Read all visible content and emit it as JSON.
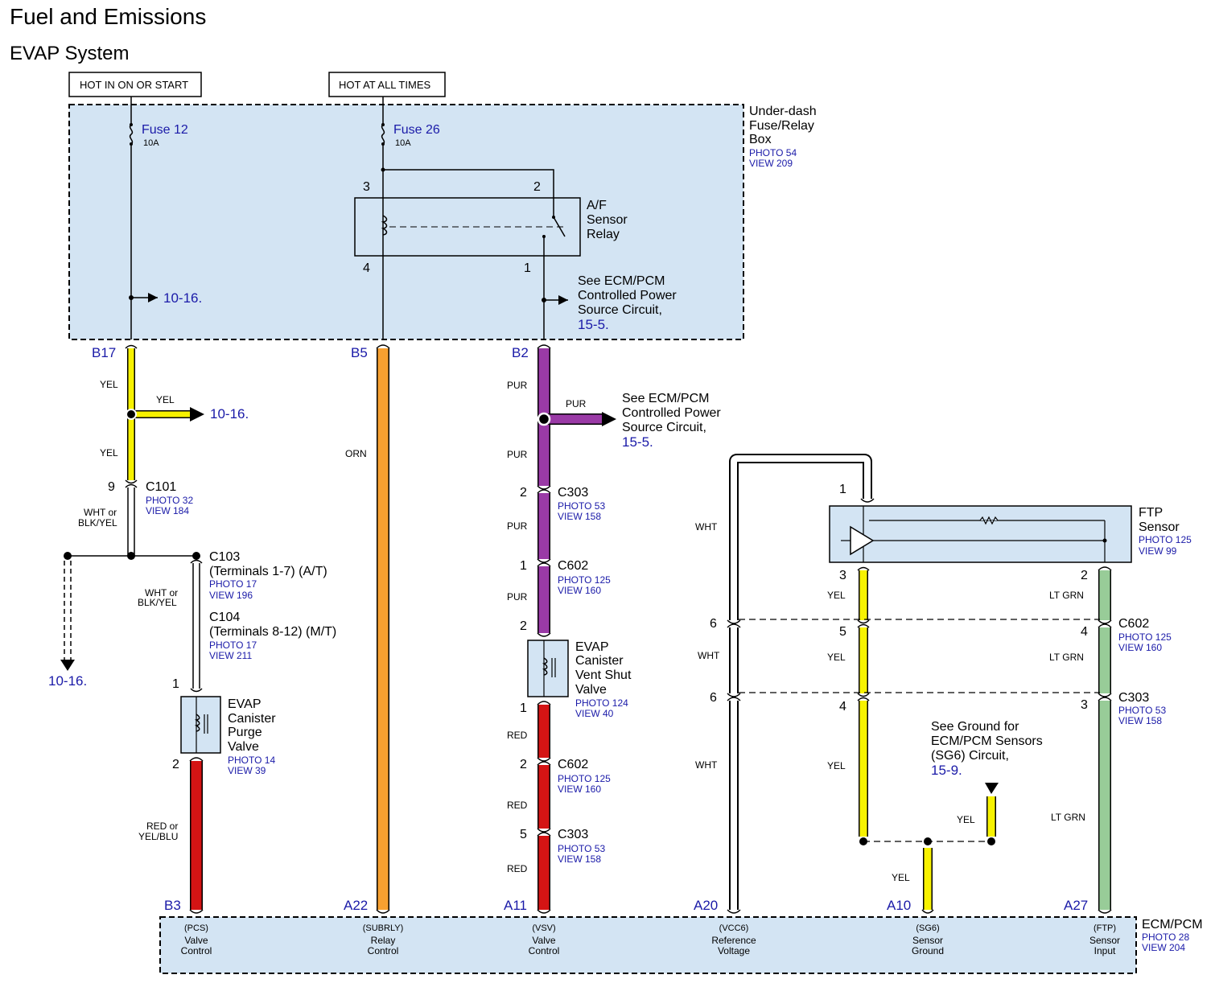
{
  "title": "Fuel and Emissions",
  "subtitle": "EVAP System",
  "power_boxes": {
    "left": "HOT IN ON OR START",
    "right": "HOT AT ALL TIMES"
  },
  "fuse_box": {
    "name_l1": "Under-dash",
    "name_l2": "Fuse/Relay",
    "name_l3": "Box",
    "photo": "PHOTO 54",
    "view": "VIEW 209",
    "fuse12": {
      "name": "Fuse 12",
      "rating": "10A"
    },
    "fuse26": {
      "name": "Fuse 26",
      "rating": "10A"
    },
    "ref_1016": "10-16."
  },
  "relay": {
    "name_l1": "A/F",
    "name_l2": "Sensor",
    "name_l3": "Relay",
    "pin3": "3",
    "pin2": "2",
    "pin4": "4",
    "pin1": "1"
  },
  "see_ecm_1": {
    "l1": "See ECM/PCM",
    "l2": "Controlled Power",
    "l3": "Source Circuit,",
    "ref": "15-5."
  },
  "see_ecm_2": {
    "l1": "See ECM/PCM",
    "l2": "Controlled Power",
    "l3": "Source Circuit,",
    "ref": "15-5."
  },
  "terminals_top": {
    "b17": "B17",
    "b5": "B5",
    "b2": "B2"
  },
  "wire_labels": {
    "yel": "YEL",
    "orn": "ORN",
    "pur": "PUR",
    "red": "RED",
    "wht": "WHT",
    "lt_grn": "LT GRN",
    "wht_or_l1": "WHT or",
    "wht_or_l2": "BLK/YEL",
    "red_or_l1": "RED or",
    "red_or_l2": "YEL/BLU"
  },
  "refs": {
    "r1016a": "10-16.",
    "r1016b": "10-16."
  },
  "c101": {
    "pin": "9",
    "name": "C101",
    "photo": "PHOTO 32",
    "view": "VIEW 184"
  },
  "c103": {
    "name": "C103",
    "desc": "(Terminals 1-7) (A/T)",
    "photo": "PHOTO 17",
    "view": "VIEW 196"
  },
  "c104": {
    "name": "C104",
    "desc": "(Terminals 8-12) (M/T)",
    "photo": "PHOTO 17",
    "view": "VIEW 211"
  },
  "purge_valve": {
    "l1": "EVAP",
    "l2": "Canister",
    "l3": "Purge",
    "l4": "Valve",
    "photo": "PHOTO 14",
    "view": "VIEW 39",
    "pin_top": "1",
    "pin_bot": "2"
  },
  "vent_valve": {
    "l1": "EVAP",
    "l2": "Canister",
    "l3": "Vent Shut",
    "l4": "Valve",
    "photo": "PHOTO 124",
    "view": "VIEW 40",
    "pin_top": "2",
    "pin_bot": "1"
  },
  "pur_connectors": {
    "c303a": {
      "pin": "2",
      "name": "C303",
      "photo": "PHOTO 53",
      "view": "VIEW 158"
    },
    "c602a": {
      "pin": "1",
      "name": "C602",
      "photo": "PHOTO 125",
      "view": "VIEW 160"
    },
    "c602b": {
      "pin": "2",
      "name": "C602",
      "photo": "PHOTO 125",
      "view": "VIEW 160"
    },
    "c303b": {
      "pin": "5",
      "name": "C303",
      "photo": "PHOTO 53",
      "view": "VIEW 158"
    }
  },
  "ftp_sensor": {
    "l1": "FTP",
    "l2": "Sensor",
    "photo": "PHOTO 125",
    "view": "VIEW 99",
    "pin1": "1",
    "pin3": "3",
    "pin2": "2"
  },
  "right_connectors": {
    "c602": {
      "name": "C602",
      "photo": "PHOTO 125",
      "view": "VIEW 160",
      "pin_wht": "6",
      "pin_yel": "5",
      "pin_grn": "4"
    },
    "c303": {
      "name": "C303",
      "photo": "PHOTO 53",
      "view": "VIEW 158",
      "pin_wht": "6",
      "pin_yel": "4",
      "pin_grn": "3"
    }
  },
  "see_ground": {
    "l1": "See Ground for",
    "l2": "ECM/PCM Sensors",
    "l3": "(SG6) Circuit,",
    "ref": "15-9."
  },
  "ecm": {
    "name": "ECM/PCM",
    "photo": "PHOTO 28",
    "view": "VIEW 204",
    "terminals": [
      {
        "pin": "B3",
        "code": "(PCS)",
        "l1": "Valve",
        "l2": "Control"
      },
      {
        "pin": "A22",
        "code": "(SUBRLY)",
        "l1": "Relay",
        "l2": "Control"
      },
      {
        "pin": "A11",
        "code": "(VSV)",
        "l1": "Valve",
        "l2": "Control"
      },
      {
        "pin": "A20",
        "code": "(VCC6)",
        "l1": "Reference",
        "l2": "Voltage"
      },
      {
        "pin": "A10",
        "code": "(SG6)",
        "l1": "Sensor",
        "l2": "Ground"
      },
      {
        "pin": "A27",
        "code": "(FTP)",
        "l1": "Sensor",
        "l2": "Input"
      }
    ]
  },
  "colors": {
    "box_fill": "#d3e4f3",
    "yellow": "#f7f200",
    "orange": "#f7a030",
    "purple": "#9a3aa6",
    "red": "#d41414",
    "green": "#98cc98",
    "blue_text": "#1a1aa8"
  }
}
